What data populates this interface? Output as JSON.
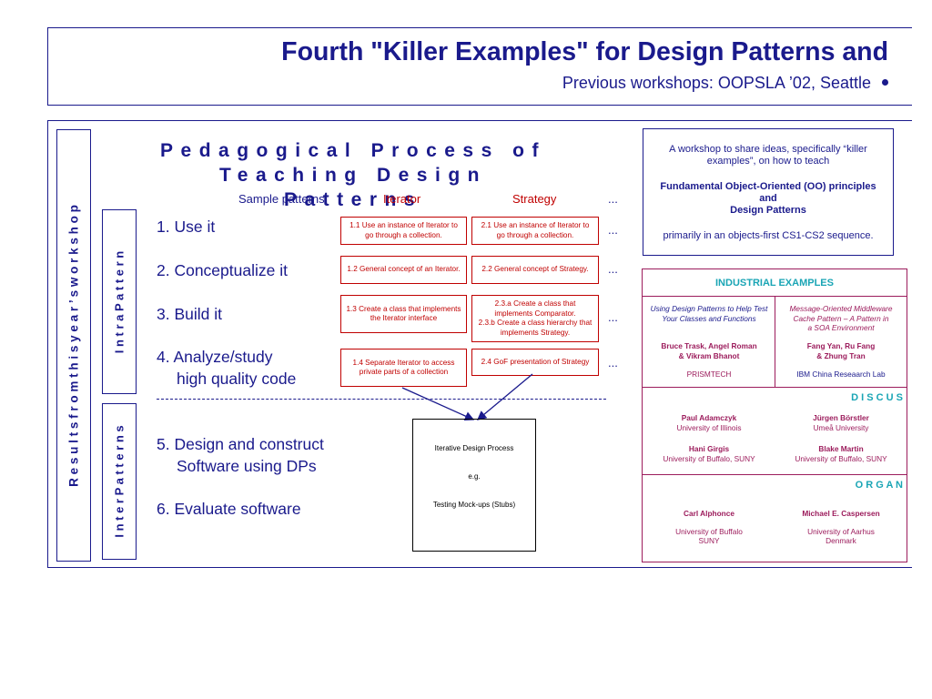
{
  "header": {
    "title": "Fourth \"Killer Examples\" for Design Patterns and",
    "subtitle": "Previous workshops: OOPSLA ’02, Seattle"
  },
  "side_labels": {
    "results": "R e s u l t s   f r o m   t h i s   y e a r ’ s   w o r k s h o p",
    "intra": "I n t r a   P a t t e r n",
    "inter": "I n t e r   P a t t e r n s"
  },
  "pedagogical": {
    "line1": "Pedagogical Process of",
    "line2": "Teaching Design Patterns",
    "sample_label": "Sample patterns:",
    "col_iterator": "Iterator",
    "col_strategy": "Strategy",
    "ellipsis": "..."
  },
  "steps": {
    "s1": "1. Use it",
    "s2": "2. Conceptualize it",
    "s3": "3. Build it",
    "s4a": "4. Analyze/study",
    "s4b": "high quality code",
    "s5a": "5. Design and construct",
    "s5b": "Software using DPs",
    "s6": "6. Evaluate software"
  },
  "pattern_boxes": {
    "it1": "1.1 Use an instance of Iterator to go through a collection.",
    "st1": "2.1 Use an instance of Iterator to go through a collection.",
    "it2": "1.2 General concept of an Iterator.",
    "st2": "2.2 General concept of Strategy.",
    "it3": "1.3 Create a class that implements the Iterator interface",
    "st3a": "2.3.a Create a class that implements Comparator.",
    "st3b": "2.3.b Create a class hierarchy that implements Strategy.",
    "it4": "1.4 Separate Iterator to access private parts of a collection",
    "st4": "2.4 GoF presentation of Strategy"
  },
  "iterative_box": {
    "line1": "Iterative Design Process",
    "line2": "e.g.",
    "line3": "Testing Mock-ups (Stubs)"
  },
  "workshop_box": {
    "intro": "A workshop to share ideas, specifically “killer examples”, on how to teach",
    "bold1": "Fundamental Object-Oriented (OO) principles",
    "bold2": "and",
    "bold3": "Design Patterns",
    "outro": "primarily in an objects-first CS1-CS2 sequence."
  },
  "industrial": {
    "heading": "INDUSTRIAL EXAMPLES",
    "left_title_1": "Using Design Patterns to Help Test",
    "left_title_2": "Your Classes and Functions",
    "left_authors_1": "Bruce Trask, Angel Roman",
    "left_authors_2": "& Vikram Bhanot",
    "left_org": "PRISMTECH",
    "right_title_1": "Message-Oriented Middleware",
    "right_title_2": "Cache Pattern – A Pattern in",
    "right_title_3": "a SOA Environment",
    "right_authors_1": "Fang Yan, Ru Fang",
    "right_authors_2": "& Zhung Tran",
    "right_org": "IBM China Reseaarch Lab"
  },
  "discus": {
    "heading": "D I S C U S",
    "p1_name": "Paul Adamczyk",
    "p1_aff": "University of Illinois",
    "p2_name": "Jürgen Börstler",
    "p2_aff": "Umeå University",
    "p3_name": "Hani Girgis",
    "p3_aff": "University of Buffalo, SUNY",
    "p4_name": "Blake Martin",
    "p4_aff": "University of Buffalo, SUNY"
  },
  "organ": {
    "heading": "O R G A N",
    "p1_name": "Carl Alphonce",
    "p1_aff1": "University of Buffalo",
    "p1_aff2": "SUNY",
    "p2_name": "Michael E. Caspersen",
    "p2_aff1": "University of Aarhus",
    "p2_aff2": "Denmark"
  },
  "colors": {
    "navy": "#1a1a8c",
    "red": "#c00000",
    "magenta": "#9c1c5c",
    "teal": "#1aa5b5"
  }
}
